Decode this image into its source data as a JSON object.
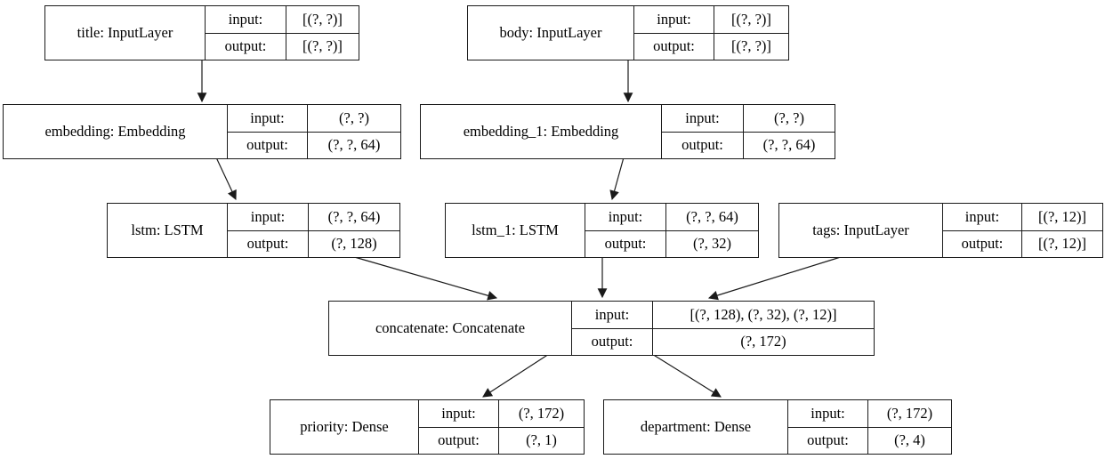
{
  "diagram": {
    "kind": "keras-model-architecture",
    "colors": {
      "border": "#1a1a1a",
      "background": "#ffffff",
      "text": "#000000"
    },
    "labels": {
      "input": "input:",
      "output": "output:"
    },
    "nodes": [
      {
        "id": "title",
        "label": "title: InputLayer",
        "input_shape": "[(?, ?)]",
        "output_shape": "[(?, ?)]"
      },
      {
        "id": "body",
        "label": "body: InputLayer",
        "input_shape": "[(?, ?)]",
        "output_shape": "[(?, ?)]"
      },
      {
        "id": "embedding",
        "label": "embedding: Embedding",
        "input_shape": "(?, ?)",
        "output_shape": "(?, ?, 64)"
      },
      {
        "id": "embedding_1",
        "label": "embedding_1: Embedding",
        "input_shape": "(?, ?)",
        "output_shape": "(?, ?, 64)"
      },
      {
        "id": "lstm",
        "label": "lstm: LSTM",
        "input_shape": "(?, ?, 64)",
        "output_shape": "(?, 128)"
      },
      {
        "id": "lstm_1",
        "label": "lstm_1: LSTM",
        "input_shape": "(?, ?, 64)",
        "output_shape": "(?, 32)"
      },
      {
        "id": "tags",
        "label": "tags: InputLayer",
        "input_shape": "[(?, 12)]",
        "output_shape": "[(?, 12)]"
      },
      {
        "id": "concatenate",
        "label": "concatenate: Concatenate",
        "input_shape": "[(?, 128), (?, 32), (?, 12)]",
        "output_shape": "(?, 172)"
      },
      {
        "id": "priority",
        "label": "priority: Dense",
        "input_shape": "(?, 172)",
        "output_shape": "(?, 1)"
      },
      {
        "id": "department",
        "label": "department: Dense",
        "input_shape": "(?, 172)",
        "output_shape": "(?, 4)"
      }
    ],
    "edges": [
      {
        "from": "title",
        "to": "embedding"
      },
      {
        "from": "body",
        "to": "embedding_1"
      },
      {
        "from": "embedding",
        "to": "lstm"
      },
      {
        "from": "embedding_1",
        "to": "lstm_1"
      },
      {
        "from": "lstm",
        "to": "concatenate"
      },
      {
        "from": "lstm_1",
        "to": "concatenate"
      },
      {
        "from": "tags",
        "to": "concatenate"
      },
      {
        "from": "concatenate",
        "to": "priority"
      },
      {
        "from": "concatenate",
        "to": "department"
      }
    ]
  }
}
